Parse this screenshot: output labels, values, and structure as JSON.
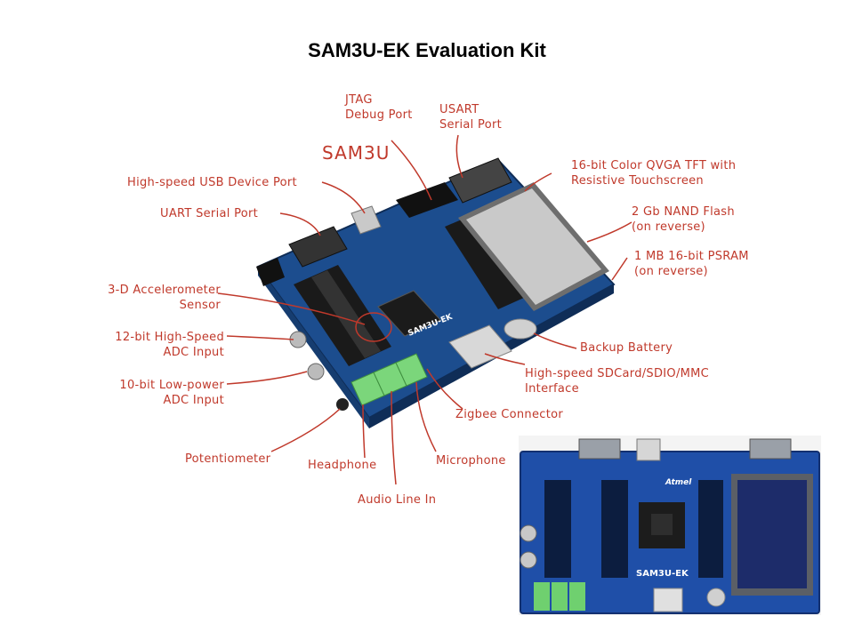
{
  "title": "SAM3U-EK Evaluation Kit",
  "chip_label": "SAM3U",
  "board_silkscreen": "SAM3U-EK",
  "logo_text": "Atmel",
  "colors": {
    "annotation": "#c0392b",
    "board": "#1e4a8a",
    "title": "#000000"
  },
  "labels": {
    "jtag": [
      "JTAG",
      "Debug Port"
    ],
    "usart": [
      "USART",
      "Serial Port"
    ],
    "usb": "High-speed USB Device Port",
    "uart": "UART Serial Port",
    "tft": [
      "16-bit Color QVGA TFT with",
      "Resistive Touchscreen"
    ],
    "nand": [
      "2 Gb NAND Flash",
      "(on reverse)"
    ],
    "psram": [
      "1 MB 16-bit PSRAM",
      "(on reverse)"
    ],
    "accel": [
      "3-D Accelerometer",
      "Sensor"
    ],
    "adc12": [
      "12-bit High-Speed",
      "ADC Input"
    ],
    "adc10": [
      "10-bit Low-power",
      "ADC Input"
    ],
    "battery": "Backup Battery",
    "sdcard": [
      "High-speed SDCard/SDIO/MMC",
      "Interface"
    ],
    "zigbee": "Zigbee Connector",
    "potentiometer": "Potentiometer",
    "headphone": "Headphone",
    "microphone": "Microphone",
    "audio_line_in": "Audio Line In"
  }
}
